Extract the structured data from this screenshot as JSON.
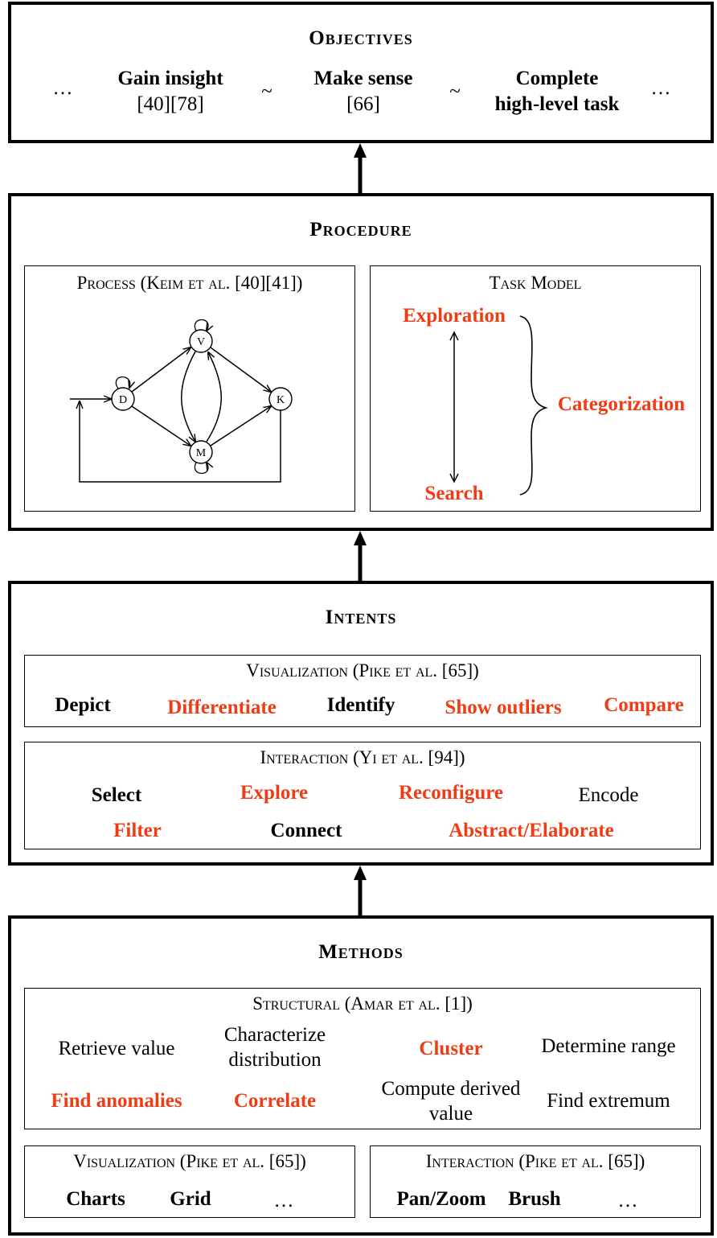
{
  "objectives": {
    "title": "Objectives",
    "ellipsis_left": "…",
    "ellipsis_right": "…",
    "items": [
      {
        "label": "Gain insight",
        "ref": "[40][78]"
      },
      {
        "label": "Make sense",
        "ref": "[66]"
      },
      {
        "label": "Complete",
        "ref": "high-level task"
      }
    ],
    "separator": "~"
  },
  "procedure": {
    "title": "Procedure",
    "process": {
      "title": "Process (Keim et al. [40][41])",
      "nodes": {
        "d": "D",
        "v": "V",
        "m": "M",
        "k": "K"
      }
    },
    "task_model": {
      "title": "Task Model",
      "top": "Exploration",
      "bottom": "Search",
      "side": "Categorization"
    }
  },
  "intents": {
    "title": "Intents",
    "visualization": {
      "title": "Visualization (Pike et al. [65])",
      "items": [
        {
          "label": "Depict",
          "color": "#000000"
        },
        {
          "label": "Differentiate",
          "color": "#f03c14"
        },
        {
          "label": "Identify",
          "color": "#000000"
        },
        {
          "label": "Show outliers",
          "color": "#f03c14"
        },
        {
          "label": "Compare",
          "color": "#f03c14"
        }
      ]
    },
    "interaction": {
      "title": "Interaction (Yi et al. [94])",
      "items": [
        {
          "label": "Select",
          "color": "#000000"
        },
        {
          "label": "Explore",
          "color": "#f03c14"
        },
        {
          "label": "Reconfigure",
          "color": "#f03c14"
        },
        {
          "label": "Encode",
          "color": "#000000"
        },
        {
          "label": "Filter",
          "color": "#f03c14"
        },
        {
          "label": "Connect",
          "color": "#000000"
        },
        {
          "label": "Abstract/Elaborate",
          "color": "#f03c14"
        }
      ]
    }
  },
  "methods": {
    "title": "Methods",
    "structural": {
      "title": "Structural (Amar et al. [1])",
      "items": [
        {
          "label": "Retrieve value",
          "color": "#000000"
        },
        {
          "label1": "Characterize",
          "label2": "distribution",
          "color": "#000000"
        },
        {
          "label": "Cluster",
          "color": "#f03c14"
        },
        {
          "label": "Determine range",
          "color": "#000000"
        },
        {
          "label": "Find anomalies",
          "color": "#f03c14"
        },
        {
          "label": "Correlate",
          "color": "#f03c14"
        },
        {
          "label1": "Compute derived",
          "label2": "value",
          "color": "#000000"
        },
        {
          "label": "Find extremum",
          "color": "#000000"
        }
      ]
    },
    "visualization": {
      "title": "Visualization (Pike et al. [65])",
      "items": [
        "Charts",
        "Grid"
      ],
      "ellipsis": "…"
    },
    "interaction": {
      "title": "Interaction (Pike et al. [65])",
      "items": [
        "Pan/Zoom",
        "Brush"
      ],
      "ellipsis": "…"
    }
  },
  "colors": {
    "highlight": "#f03c14",
    "text": "#000000"
  }
}
